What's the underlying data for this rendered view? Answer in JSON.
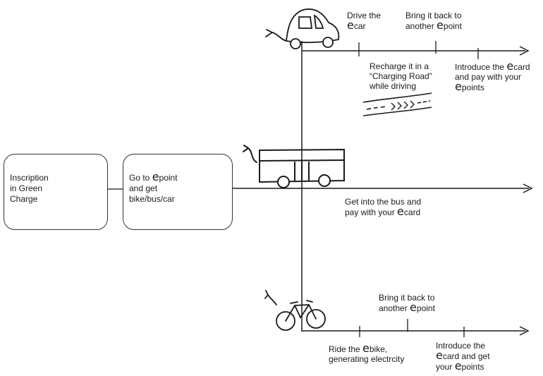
{
  "steps": {
    "inscription": "Inscription in Green Charge",
    "goto_line1_pre": "Go to ",
    "goto_e": "e",
    "goto_line1_post": "point",
    "goto_line2": "and get",
    "goto_line3": "bike/bus/car"
  },
  "car_branch": {
    "drive_l1": "Drive the",
    "drive_e": "e",
    "drive_post": "car",
    "back_l1": "Bring it back to",
    "back_pre": "another ",
    "back_e": "e",
    "back_post": "point",
    "recharge_l1": "Recharge it in a",
    "recharge_l2": "“Charging Road”",
    "recharge_l3": "while driving",
    "intro_pre": "Introduce the ",
    "intro_e": "e",
    "intro_post": "card",
    "intro_l2": "and pay with your",
    "intro_e2": "e",
    "intro_l3": "points"
  },
  "bus_branch": {
    "l1": "Get into the bus and",
    "l2_pre": "pay with your ",
    "l2_e": "e",
    "l2_post": "card"
  },
  "bike_branch": {
    "back_l1": "Bring it back to",
    "back_pre": "another ",
    "back_e": "e",
    "back_post": "point",
    "ride_pre": "Ride the ",
    "ride_e": "e",
    "ride_post": "bike,",
    "ride_l2": "generating electrcity",
    "intro_l1": "Introduce the",
    "intro_e": "e",
    "intro_l2": "card and get",
    "intro_l3_pre": "your ",
    "intro_e2": "e",
    "intro_l3_post": "points"
  },
  "icons": {
    "card_letters": "ecard",
    "point_letters": "epoint",
    "point_badge": "e"
  },
  "colors": {
    "ink": "#1a1a1a",
    "green": "#6ab04c",
    "light_green": "#8fce6a"
  }
}
